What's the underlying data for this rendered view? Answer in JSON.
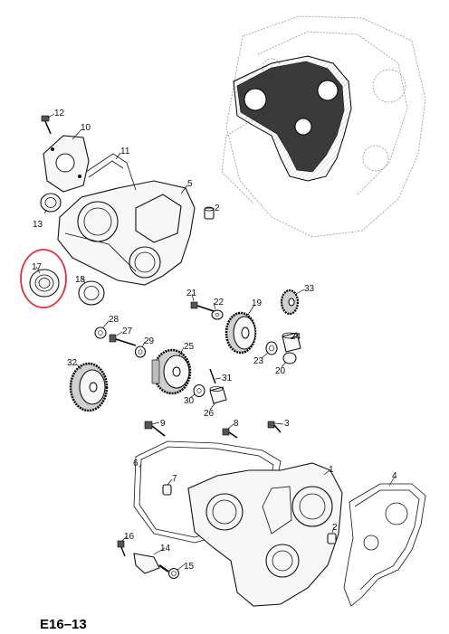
{
  "diagram": {
    "code": "E16–13",
    "highlight_color": "#e0303a",
    "highlighted_part": "17",
    "callouts": [
      "12",
      "10",
      "11",
      "5",
      "2",
      "13",
      "17",
      "18",
      "21",
      "22",
      "19",
      "33",
      "28",
      "27",
      "24",
      "29",
      "25",
      "23",
      "20",
      "32",
      "31",
      "30",
      "26",
      "9",
      "8",
      "3",
      "6",
      "7",
      "1",
      "4",
      "2",
      "16",
      "14",
      "15"
    ]
  }
}
